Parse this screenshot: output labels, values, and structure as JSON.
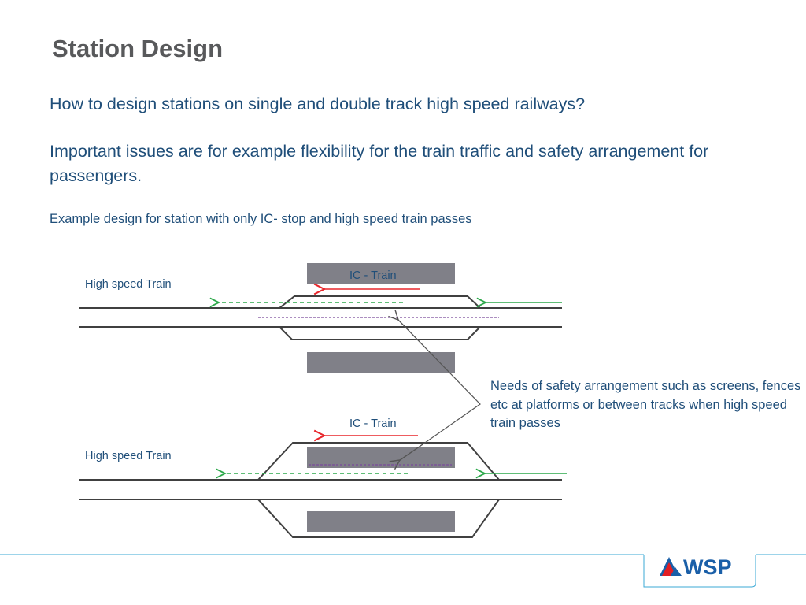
{
  "slide": {
    "title": "Station Design",
    "paragraph1": "How to design stations on single and double track high speed railways?",
    "paragraph2": "Important issues are for example flexibility for the train traffic and safety arrangement for passengers.",
    "caption": "Example design for station with only IC- stop and high speed train passes"
  },
  "diagram": {
    "top_station": {
      "ic_label": "IC - Train",
      "hs_label": "High speed Train"
    },
    "bottom_station": {
      "ic_label": "IC - Train",
      "hs_label": "High speed Train"
    },
    "note": "Needs of safety arrangement such as screens, fences etc at platforms or between tracks when high speed train passes",
    "colors": {
      "track": "#404040",
      "platform": "#808088",
      "ic_arrow": "#e8262b",
      "hs_arrow": "#2ca84a",
      "safety_line": "#7a4a9a",
      "pointer": "#555555"
    }
  },
  "footer": {
    "logo_text": "WSP",
    "colors": {
      "rule": "#3ba9d6",
      "logo_red": "#e31e24",
      "logo_blue": "#1a5fa8"
    }
  }
}
